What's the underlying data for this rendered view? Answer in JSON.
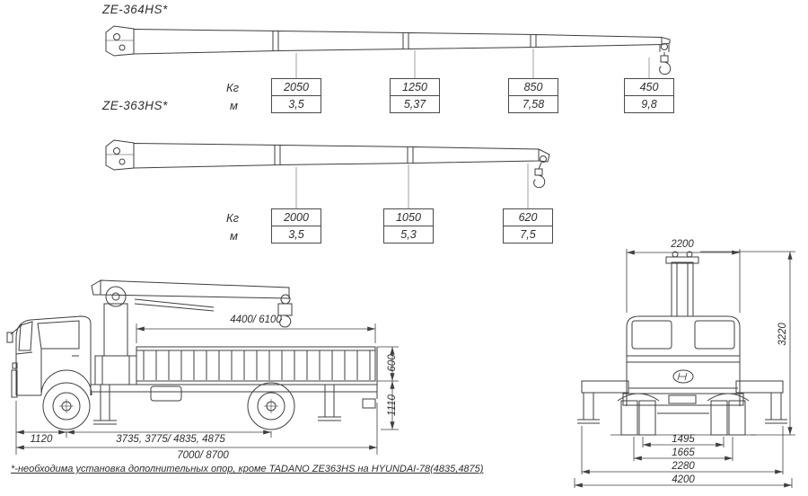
{
  "page": {
    "ink_color": "#3f3f3f",
    "background": "#ffffff"
  },
  "booms": {
    "model_top": "ZE-364HS*",
    "model_bottom": "ZE-363HS*"
  },
  "capacity_table_top": {
    "kg_label": "Кг",
    "m_label": "м",
    "cols": [
      {
        "kg": "2050",
        "m": "3,5"
      },
      {
        "kg": "1250",
        "m": "5,37"
      },
      {
        "kg": "850",
        "m": "7,58"
      },
      {
        "kg": "450",
        "m": "9,8"
      }
    ]
  },
  "capacity_table_bottom": {
    "kg_label": "Кг",
    "m_label": "м",
    "cols": [
      {
        "kg": "2000",
        "m": "3,5"
      },
      {
        "kg": "1050",
        "m": "5,3"
      },
      {
        "kg": "620",
        "m": "7,5"
      }
    ]
  },
  "side_view": {
    "dim_bed_length": "4400/ 6100",
    "dim_board_height": "600",
    "dim_platform_height": "1110",
    "dim_front_overhang": "1120",
    "dim_wheelbase": "3735, 3775/ 4835, 4875",
    "dim_overall_length": "7000/ 8700"
  },
  "rear_view": {
    "dim_cab_width": "2200",
    "dim_overall_height": "3220",
    "dim_track_inner": "1495",
    "dim_track_outer": "1665",
    "dim_overall_width": "2280",
    "dim_outrigger_span": "4200"
  },
  "footnote": "*-необходима установка дополнительных опор, кроме TADANO ZE363HS на HYUNDAI-78(4835,4875)"
}
